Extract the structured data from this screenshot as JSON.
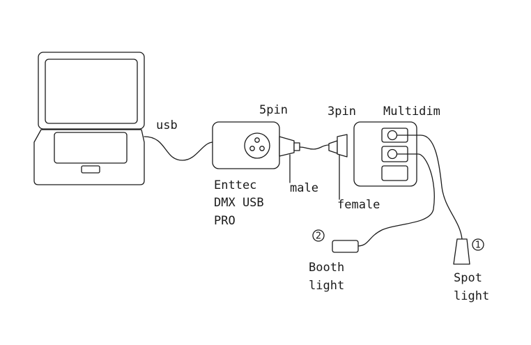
{
  "labels": {
    "usb": "usb",
    "five_pin": "5pin",
    "three_pin": "3pin",
    "multidim": "Multidim",
    "enttec_line1": "Enttec",
    "enttec_line2": "DMX USB",
    "enttec_line3": "PRO",
    "male": "male",
    "female": "female",
    "booth_line1": "Booth",
    "booth_line2": "light",
    "spot_line1": "Spot",
    "spot_line2": "light",
    "marker_booth": "2",
    "marker_spot": "1"
  }
}
